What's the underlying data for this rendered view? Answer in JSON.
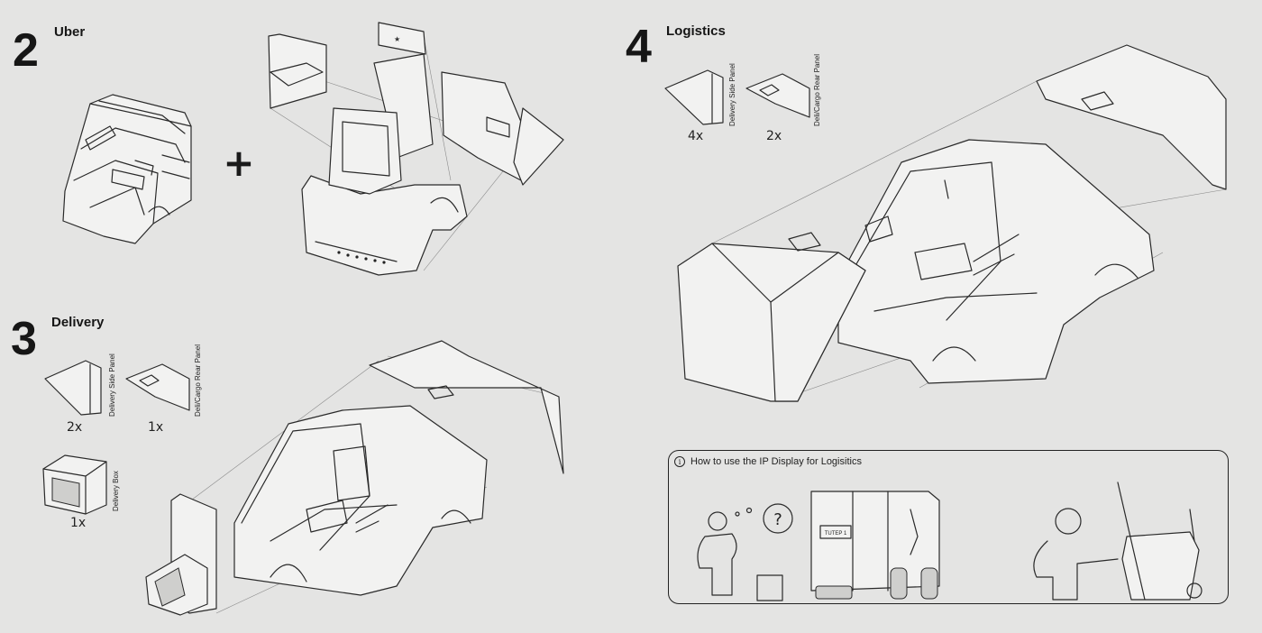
{
  "steps": [
    {
      "number": "2",
      "title": "Uber"
    },
    {
      "number": "3",
      "title": "Delivery"
    },
    {
      "number": "4",
      "title": "Logistics"
    }
  ],
  "plus_sign": "+",
  "delivery_parts": [
    {
      "label": "Delivery Side Panel",
      "qty": "2x"
    },
    {
      "label": "Deli/Cargo Rear Panel",
      "qty": "1x"
    },
    {
      "label": "Delivery Box",
      "qty": "1x"
    }
  ],
  "logistics_parts": [
    {
      "label": "Delivery Side Panel",
      "qty": "4x"
    },
    {
      "label": "Deli/Cargo Rear Panel",
      "qty": "2x"
    }
  ],
  "hint": {
    "icon": "info-icon",
    "info_glyph": "i",
    "title": "How to use the IP Display for Logisitics",
    "thought_bubble": "?",
    "vehicle_display": "TUTEP 1"
  },
  "colors": {
    "background": "#e4e4e3",
    "ink": "#161616"
  }
}
